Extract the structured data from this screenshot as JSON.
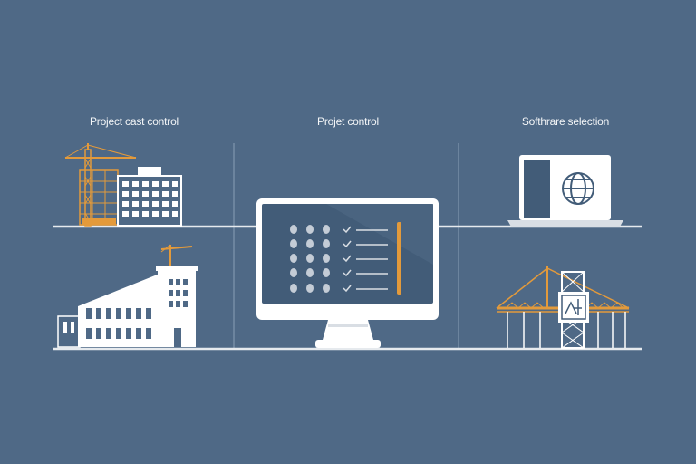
{
  "sections": [
    {
      "label": "Project cast control"
    },
    {
      "label": "Projet control"
    },
    {
      "label": "Softhrare selection"
    }
  ],
  "colors": {
    "background": "#4f6986",
    "line": "#e6eaee",
    "accent": "#e39a3b",
    "screen": "#425c78",
    "white": "#ffffff"
  },
  "icons": [
    "crane-building-icon",
    "factory-icon",
    "monitor-checklist-icon",
    "laptop-globe-icon",
    "crane-scaffold-icon"
  ]
}
